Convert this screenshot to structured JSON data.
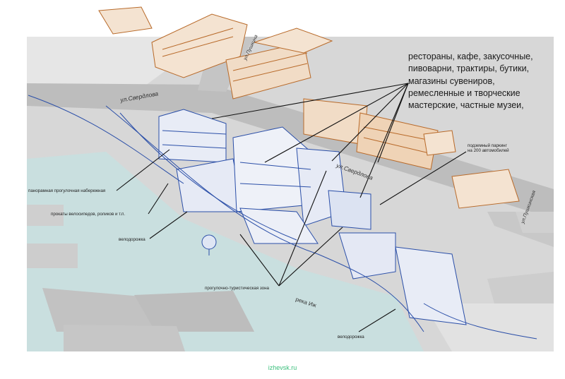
{
  "annotations": {
    "main_list": [
      "рестораны, кафе, закусочные,",
      "пивоварни, трактиры, бутики,",
      "магазины сувениров,",
      "ремесленные и творческие",
      "мастерские, частные музеи,"
    ],
    "parking_line1": "подземный паркинг",
    "parking_line2": "на 200 автомобилей",
    "embankment": "панорамная прогулочная набережная",
    "rentals": "прокаты велосипедов, роликов и т.п.",
    "bike_path_left": "велодорожка",
    "tourist_zone": "прогулочно-туристическая зона",
    "bike_path_bottom": "велодорожка"
  },
  "streets": {
    "sverdlova_left": "ул.Свердлова",
    "sverdlova_right": "ул.Свердлова",
    "street_top": "ул.Пушкина",
    "street_right": "ул.Пушкинская"
  },
  "water": {
    "river": "река Иж"
  },
  "footer": {
    "source": "izhevsk.ru"
  },
  "colors": {
    "water": "#c9dfdf",
    "road": "#bdbdbd",
    "ground": "#d9d9d9",
    "sketch_blue": "#2b4fa8",
    "sketch_orange": "#b86a2a",
    "footer_green": "#3bbf7c"
  }
}
